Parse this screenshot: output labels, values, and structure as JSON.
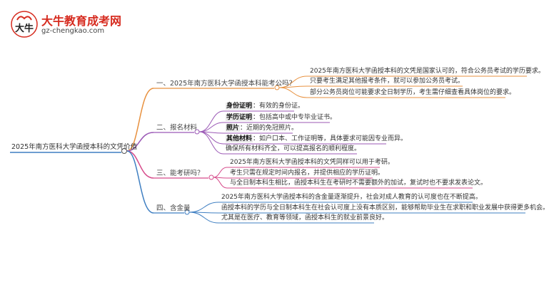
{
  "logo": {
    "title": "大牛教育成考网",
    "url": "gz-chengkao.com",
    "mark_text": "大牛",
    "colors": {
      "title": "#d62b1f",
      "mark": "#d62b1f"
    }
  },
  "root": "2025年南方医科大学函授本科的文凭价值",
  "branches": [
    {
      "label": "一、2025年南方医科大学函授本科能考公吗？",
      "color": "#e8913f",
      "leaves": [
        "2025年南方医科大学函授本科的文凭是国家认可的，符合公务员考试的学历要求。",
        "只要考生满足其他报考条件，就可以参加公务员考试。",
        "部分公务员岗位可能要求全日制学历，考生需仔细查看具体岗位的要求。"
      ]
    },
    {
      "label": "二、报名材料",
      "color": "#9b59b6",
      "leaves": [
        {
          "bold": "身份证明",
          "text": "：有效的身份证。"
        },
        {
          "bold": "学历证明",
          "text": "：包括高中或中专毕业证书。"
        },
        {
          "bold": "照片",
          "text": "：近期的免冠照片。"
        },
        {
          "bold": "其他材料",
          "text": "：如户口本、工作证明等，具体要求可能因专业而异。"
        },
        {
          "bold": "",
          "text": "确保所有材料齐全，可以提高报名的顺利程度。"
        }
      ]
    },
    {
      "label": "三、能考研吗？",
      "color": "#d64a8a",
      "leaves": [
        "2025年南方医科大学函授本科的文凭同样可以用于考研。",
        "考生只需在规定时间内报名，并提供相应的学历证明。",
        "与全日制本科生相比，函授本科生在考研时不需要额外的加试，复试时也不要求发表论文。"
      ]
    },
    {
      "label": "四、含金量",
      "color": "#3f7fc2",
      "leaves": [
        "2025年南方医科大学函授本科的含金量逐渐提升，社会对成人教育的认可度也在不断提高。",
        "函授本科的学历与全日制本科生在社会认可度上没有本质区别，能够帮助毕业生在求职和职业发展中获得更多机会。",
        "尤其是在医疗、教育等领域，函授本科生的就业前景良好。"
      ]
    }
  ]
}
